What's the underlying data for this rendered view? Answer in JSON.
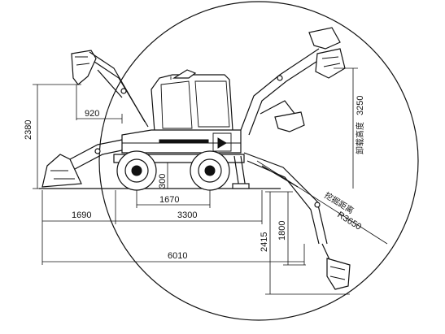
{
  "dimensions": {
    "height_left": "2380",
    "arm_reach": "920",
    "dump_height": "3250",
    "dump_height_label": "卸载高度",
    "ground_clearance": "300",
    "wheelbase": "1670",
    "front_overhang": "1690",
    "rear_length": "3300",
    "total_length": "6010",
    "dig_depth_1": "2415",
    "dig_depth_2": "1800",
    "dig_radius": "R3650",
    "dig_radius_label": "挖掘距离"
  }
}
